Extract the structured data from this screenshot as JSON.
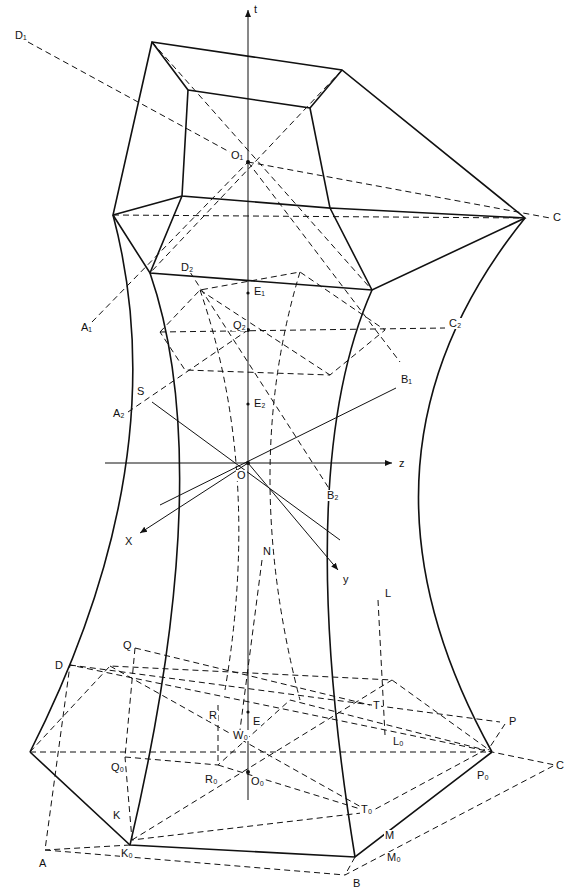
{
  "diagram": {
    "labels": [
      "D₁",
      "t",
      "O₁",
      "C",
      "A₁",
      "D₂",
      "E₁",
      "Q₂",
      "C₂",
      "B₁",
      "A₂",
      "E₂",
      "S",
      "O",
      "z",
      "X",
      "B₂",
      "N",
      "y",
      "L",
      "Q",
      "R",
      "T",
      "W₀",
      "L₀",
      "D",
      "E",
      "P",
      "Q₀",
      "R₀",
      "P₀",
      "C",
      "O₀",
      "K",
      "T₀",
      "M",
      "K₀",
      "M₀",
      "A",
      "B"
    ]
  }
}
